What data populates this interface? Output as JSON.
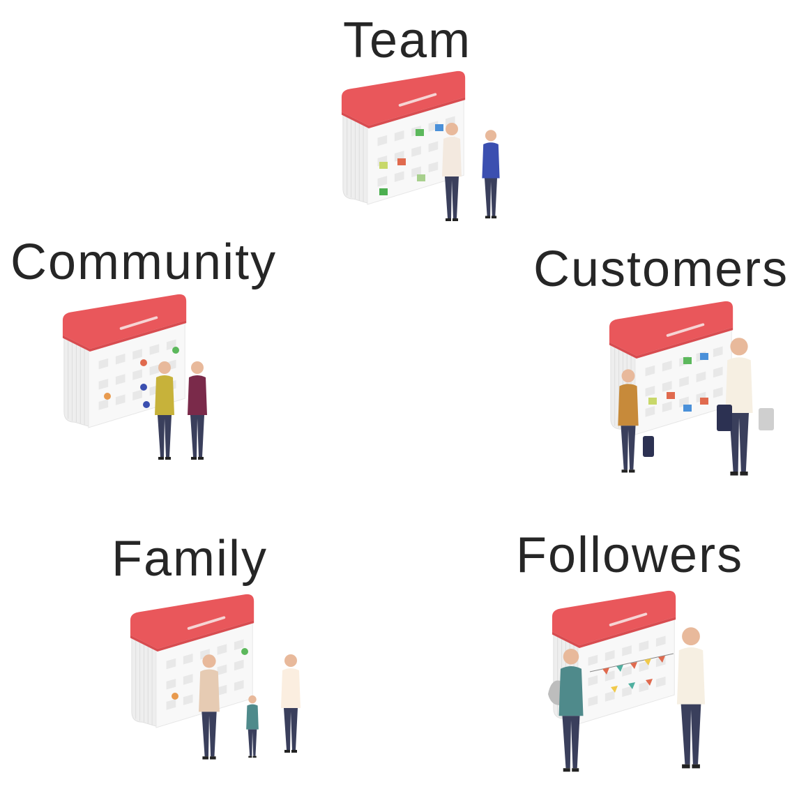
{
  "groups": [
    {
      "id": "team",
      "label": "Team"
    },
    {
      "id": "community",
      "label": "Community"
    },
    {
      "id": "customers",
      "label": "Customers"
    },
    {
      "id": "family",
      "label": "Family"
    },
    {
      "id": "followers",
      "label": "Followers"
    }
  ],
  "colors": {
    "calendar_top": "#e9575b",
    "calendar_body": "#f7f7f7",
    "text": "#262626"
  }
}
